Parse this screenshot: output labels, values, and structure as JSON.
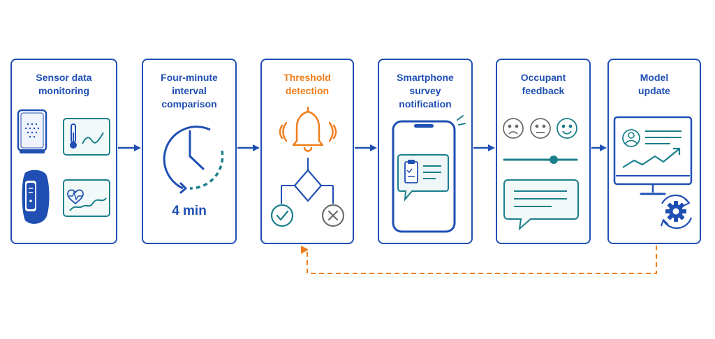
{
  "colors": {
    "primary": "#1f4fb3",
    "teal": "#1b7f8c",
    "accent": "#f07d1a",
    "gray": "#6d6d6d"
  },
  "steps": [
    {
      "label": "Sensor data\nmonitoring",
      "icons": [
        "air-quality-sensor",
        "thermometer-chart",
        "fitness-band",
        "heart-rate-chart"
      ]
    },
    {
      "label": "Four-minute\ninterval\ncomparison",
      "icons": [
        "clock"
      ],
      "interval": "4 min"
    },
    {
      "label": "Threshold\ndetection",
      "icons": [
        "alarm-bell",
        "decision-diamond",
        "check-circle",
        "x-circle"
      ]
    },
    {
      "label": "Smartphone\nsurvey\nnotification",
      "icons": [
        "smartphone",
        "clipboard-message"
      ]
    },
    {
      "label": "Occupant\nfeedback",
      "icons": [
        "sad-face",
        "neutral-face",
        "happy-face",
        "comfort-slider",
        "comment-bubble"
      ]
    },
    {
      "label": "Model\nupdate",
      "icons": [
        "monitor-profile-chart",
        "gear-refresh"
      ]
    }
  ],
  "feedback_loop": {
    "from": "Model update",
    "to": "Threshold detection",
    "style": "dashed"
  }
}
